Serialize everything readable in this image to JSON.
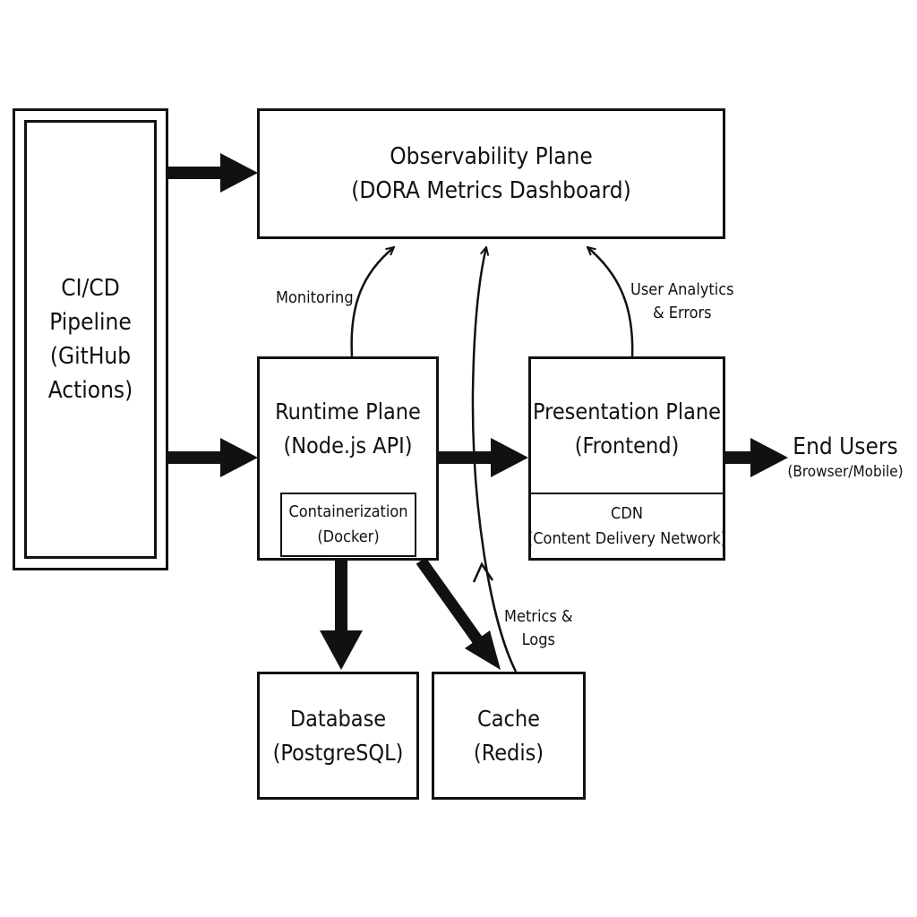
{
  "cicd": {
    "lines": [
      "CI/CD",
      "Pipeline",
      "(GitHub",
      "Actions)"
    ]
  },
  "observability": {
    "lines": [
      "Observability Plane",
      "(DORA Metrics Dashboard)"
    ]
  },
  "runtime": {
    "lines": [
      "Runtime Plane",
      "(Node.js API)"
    ],
    "container_lines": [
      "Containerization",
      "(Docker)"
    ]
  },
  "presentation": {
    "lines": [
      "Presentation Plane",
      "(Frontend)"
    ],
    "cdn_lines": [
      "CDN",
      "(Content Delivery Network)"
    ]
  },
  "database": {
    "lines": [
      "Database",
      "(PostgreSQL)"
    ]
  },
  "cache": {
    "lines": [
      "Cache",
      "(Redis)"
    ]
  },
  "end_users": {
    "title": "End Users",
    "subtitle": "(Browser/Mobile)"
  },
  "edge_labels": {
    "monitoring": "Monitoring",
    "user_analytics": [
      "User Analytics",
      "& Errors"
    ],
    "metrics_logs": [
      "Metrics &",
      "Logs"
    ]
  },
  "colors": {
    "stroke": "#111111",
    "background": "#ffffff"
  }
}
